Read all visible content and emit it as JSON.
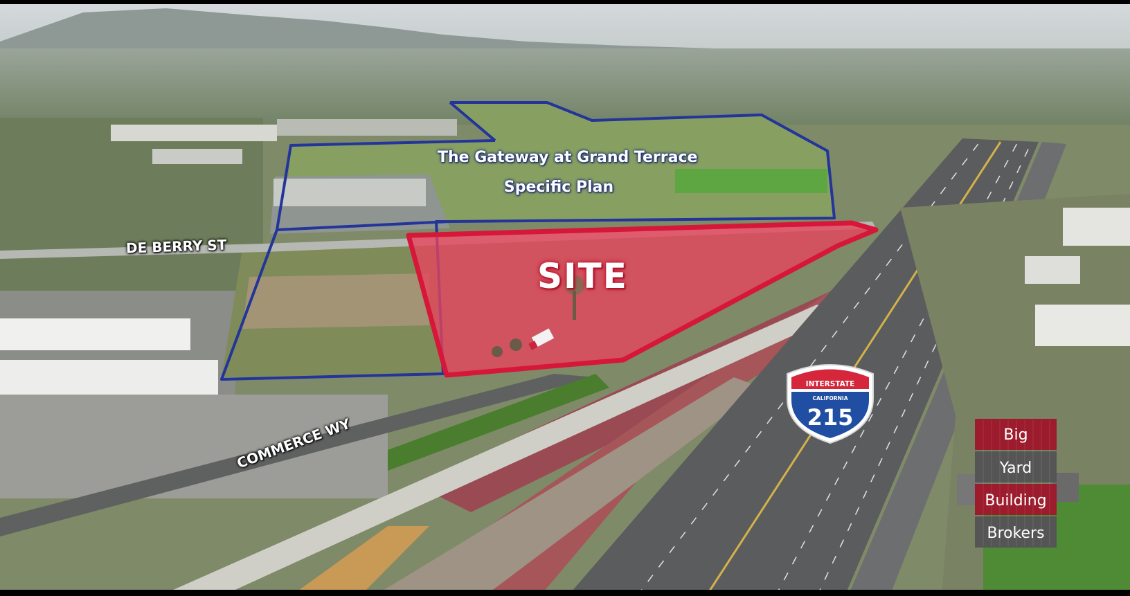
{
  "labels": {
    "gateway_line1": "The Gateway at Grand Terrace",
    "gateway_line2": "Specific Plan",
    "site": "SITE",
    "street_deberry": "DE BERRY ST",
    "street_commerce": "COMMERCE WY"
  },
  "shield": {
    "top_text": "INTERSTATE",
    "state_text": "CALIFORNIA",
    "number": "215"
  },
  "brokers_logo": {
    "line1": "Big",
    "line2": "Yard",
    "line3": "Building",
    "line4": "Brokers"
  },
  "colors": {
    "site_outline": "#d6173a",
    "site_fill": "#e8445c",
    "gateway_outline": "#23349a",
    "shield_blue": "#1f4ea3",
    "shield_red": "#d5263b",
    "logo_red": "#9c1b2c",
    "logo_gray": "#555555"
  }
}
